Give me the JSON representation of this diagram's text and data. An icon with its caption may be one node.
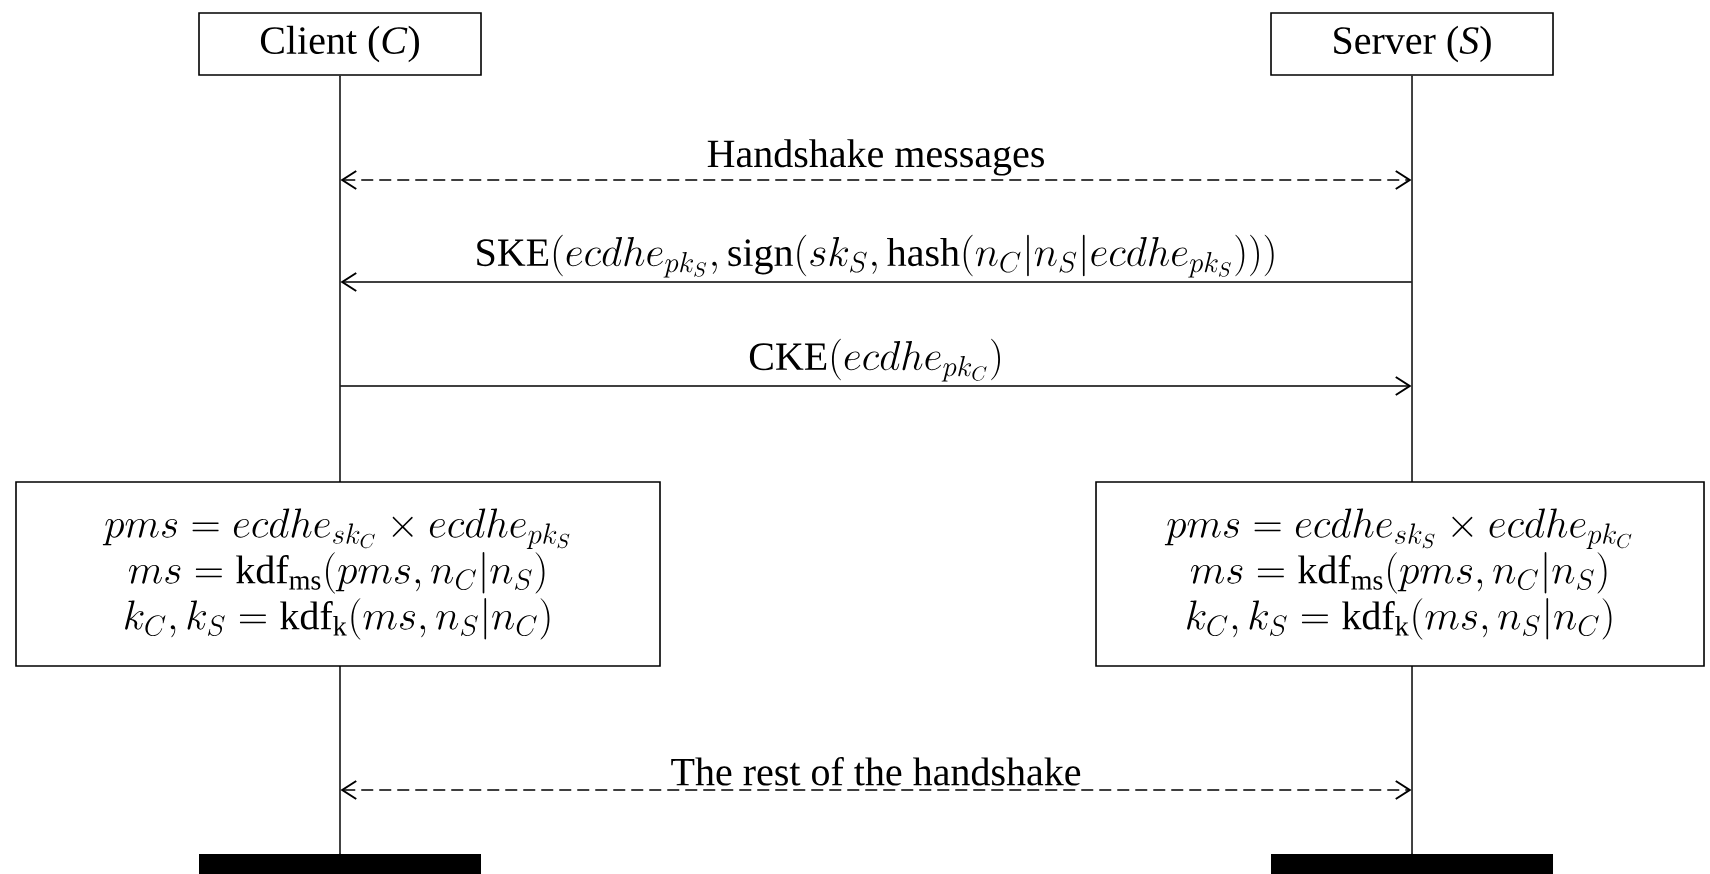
{
  "diagram": {
    "nodes": [
      {
        "text": [
          "Client (*C*)"
        ]
      },
      {
        "text": [
          "Server (*S*)"
        ]
      },
      {
        "text": [
          "pms = ecdhe_{sk_C} \\times ecdhe_{pk_S}",
          "ms = \\mathrm{kdf}_{\\mathrm{ms}}(pms,n_C|n_S)",
          "k_C, k_S = \\mathrm{kdf}_{\\mathrm{k}}(ms,n_S|n_C)"
        ]
      },
      {
        "text": [
          "pms = ecdhe_{sk_S} \\times ecdhe_{pk_C}",
          "ms = \\mathrm{kdf}_{\\mathrm{ms}}(pms,n_C|n_S)",
          "k_C, k_S = \\mathrm{kdf}_{\\mathrm{k}}(ms,n_S|n_C)"
        ]
      },
      {
        "text": [],
        "shape": "bar"
      },
      {
        "text": [],
        "shape": "bar"
      },
      {
        "text": [],
        "shape": "line"
      },
      {
        "text": [],
        "shape": "line"
      }
    ],
    "edges": [
      {
        "from": 6,
        "to": 7,
        "arrow": "both",
        "style": "dashed",
        "label": "Handshake messages"
      },
      {
        "from": 7,
        "to": 6,
        "arrow": "to",
        "label": "\\mathrm{SKE}(ecdhe_{pk_S},\\mathrm{sign}(sk_S,\\mathrm{hash}(n_C|n_S|ecdhe_{pk_S})))"
      },
      {
        "from": 6,
        "to": 7,
        "arrow": "to",
        "label": "\\mathrm{CKE}(ecdhe_{pk_C})"
      },
      {
        "from": 6,
        "to": 7,
        "arrow": "both",
        "style": "dashed",
        "label": "The rest of the handshake"
      }
    ]
  }
}
